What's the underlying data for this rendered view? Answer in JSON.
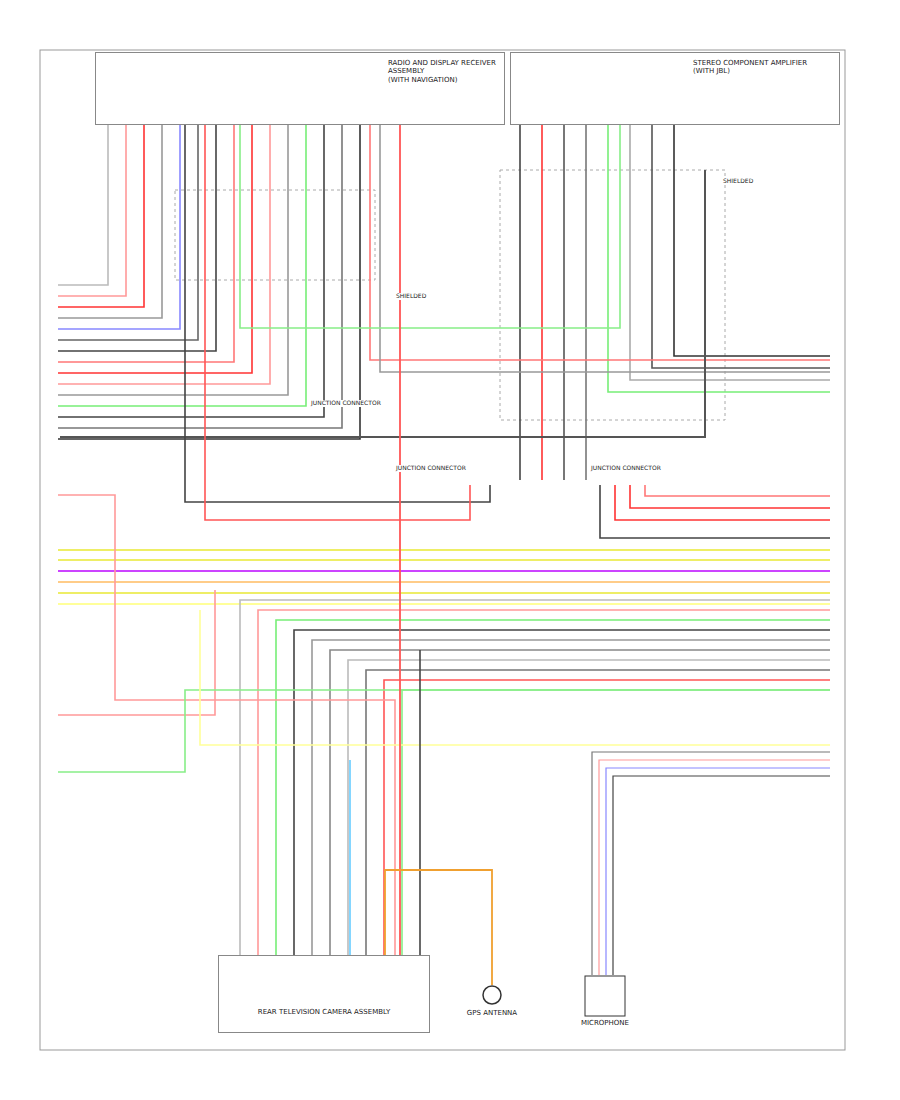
{
  "diagram": {
    "nodes": [
      {
        "text": [
          "RADIO AND DISPLAY RECEIVER ASSEMBLY",
          "(WITH NAVIGATION)"
        ]
      },
      {
        "text": [
          "STEREO COMPONENT AMPLIFIER",
          "(WITH JBL)"
        ]
      },
      {
        "text": [
          "REAR TELEVISION CAMERA ASSEMBLY"
        ]
      },
      {
        "text": [
          "GPS ANTENNA"
        ]
      },
      {
        "text": [
          "MICROPHONE"
        ]
      }
    ],
    "edges": [
      {
        "from": 0,
        "to": 2,
        "arrow": "none"
      },
      {
        "from": 2,
        "to": 3,
        "arrow": "none"
      }
    ],
    "labels": [
      "JUNCTION CONNECTOR",
      "JUNCTION CONNECTOR",
      "JUNCTION CONNECTOR",
      "SHIELDED",
      "SHIELDED"
    ]
  }
}
